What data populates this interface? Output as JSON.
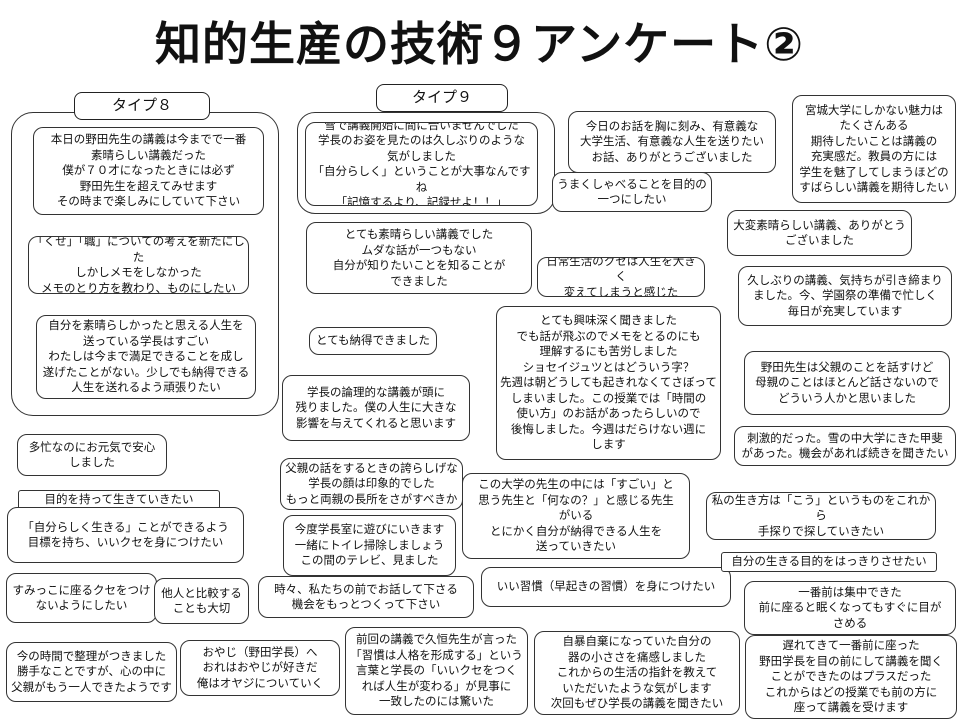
{
  "title": "知的生産の技術９アンケート②",
  "labels": {
    "type8": "タイプ８",
    "type9": "タイプ９"
  },
  "notes": [
    "本日の野田先生の講義は今までで一番\n素晴らしい講義だった\n僕が７０才になったときには必ず\n野田先生を超えてみせます\nその時まで楽しみにしていて下さい",
    "「くせ」「職」についての考えを新たにした\nしかしメモをしなかった\nメモのとり方を教わり、ものにしたい",
    "自分を素晴らしかったと思える人生を\n送っている学長はすごい\nわたしは今まで満足できることを成し\n遂げたことがない。少しでも納得できる\n人生を送れるよう頑張りたい",
    "多忙なのにお元気で安心\nしました",
    "「自分らしく生きる」ことができるよう\n目標を持ち、いいクセを身につけたい",
    "すみっこに座るクセをつけ\nないようにしたい",
    "他人と比較する\nことも大切",
    "今の時間で整理がつきました\n勝手なことですが、心の中に\n父親がもう一人できたようです",
    "おやじ（野田学長）へ\nおれはおやじが好きだ\n俺はオヤジについていく",
    "雪で講義開始に間に合いませんでした\n学長のお姿を見たのは久しぶりのような\n気がしました\n「自分らしく」ということが大事なんですね\n「記憶するより、記録せよ！！」",
    "今日のお話を胸に刻み、有意義な\n大学生活、有意義な人生を送りたい\nお話、ありがとうございました",
    "うまくしゃべることを目的の\n一つにしたい",
    "とても素晴らしい講義でした\nムダな話が一つもない\n自分が知りたいことを知ることが\nできました",
    "日常生活のクセは人生を大きく\n変えてしまうと感じた",
    "とても納得できました",
    "とても興味深く聞きました\nでも話が飛ぶのでメモをとるのにも\n理解するにも苦労しました\nショセイジュツとはどういう字？\n先週は朝どうしても起きれなくてさぼって\nしまいました。この授業では「時間の\n使い方」のお話があったらしいので\n後悔しました。今週はだらけない週に\nします",
    "学長の論理的な講義が頭に\n残りました。僕の人生に大きな\n影響を与えてくれると思います",
    "父親の話をするときの誇らしげな\n学長の顔は印象的でした\nもっと両親の長所をさがすべきか",
    "この大学の先生の中には「すごい」と\n思う先生と「何なの？」と感じる先生\nがいる\nとにかく自分が納得できる人生を\n送っていきたい",
    "今度学長室に遊びにいきます\n一緒にトイレ掃除しましょう\nこの間のテレビ、見ました",
    "時々、私たちの前でお話して下さる\n機会をもっとつくって下さい",
    "いい習慣（早起きの習慣）を身につけたい",
    "前回の講義で久恒先生が言った\n「習慣は人格を形成する」という\n言葉と学長の「いいクセをつく\nれば人生が変わる」が見事に\n一致したのには驚いた",
    "自暴自棄になっていた自分の\n器の小ささを痛感しました\nこれからの生活の指針を教えて\nいただいたような気がします\n次回もぜひ学長の講義を聞きたい",
    "宮城大学にしかない魅力は\nたくさんある\n期待したいことは講義の\n充実感だ。教員の方には\n学生を魅了してしまうほどの\nすばらしい講義を期待したい",
    "大変素晴らしい講義、ありがとう\nございました",
    "久しぶりの講義、気持ちが引き締まり\nました。今、学園祭の準備で忙しく\n毎日が充実しています",
    "野田先生は父親のことを話すけど\n母親のことはほとんど話さないので\nどういう人かと思いました",
    "刺激的だった。雪の中大学にきた甲斐\nがあった。機会があれば続きを聞きたい",
    "私の生き方は「こう」というものをこれから\n手探りで探していきたい",
    "一番前は集中できた\n前に座ると眠くなってもすぐに目が\nさめる",
    "遅れてきて一番前に座った\n野田学長を目の前にして講義を聞く\nことができたのはプラスだった\nこれからはどの授業でも前の方に\n座って講義を受けます"
  ],
  "tags": [
    "目的を持って生きていきたい",
    "自分の生きる目的をはっきりさせたい"
  ]
}
